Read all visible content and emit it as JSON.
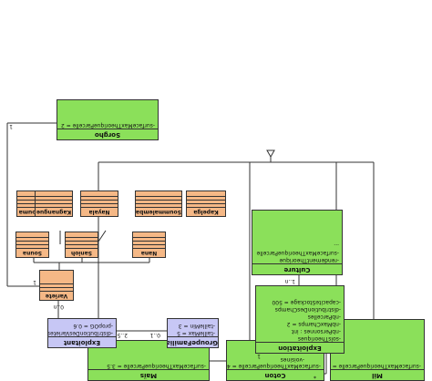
{
  "classes": {
    "mais": {
      "name": "Maïs",
      "attributes": [
        "-surfaceMaxTheoriqueParcelle = 3.5"
      ]
    },
    "coton": {
      "name": "Coton",
      "attributes": [
        "-surfaceMaxTheoriqueParcelle = 4.5"
      ]
    },
    "mil": {
      "name": "Mil",
      "attributes": [
        "-surfaceMaxTheoriqueParcelle = 1.75"
      ]
    },
    "sorgho": {
      "name": "Sorgho",
      "attributes": [
        "-surfaceMaxTheoriqueParcelle = 2"
      ]
    },
    "culture": {
      "name": "Culture",
      "attributes": [
        "-rendementTheorique",
        "-surfaceMaxTheoriqueParcelle",
        "..."
      ]
    },
    "exploitation": {
      "name": "Exploitation",
      "attributes": [
        "-solsTheoriques",
        "-nbPersonnes : int",
        "-nbMaxChamps = 2",
        "-nbParcelles",
        "-distributionDesChamps",
        "-capaciteStockage = 500"
      ]
    },
    "exploitant": {
      "name": "Exploitant",
      "attributes": [
        "-distributionDesVarietes",
        "-propOG = 0.6"
      ]
    },
    "groupeFamilial": {
      "name": "GroupeFamilial",
      "attributes": [
        "-tailleMax = 5",
        "-tailleMin = 3"
      ]
    },
    "variete": {
      "name": "Variete"
    },
    "oranges": [
      "Souna",
      "Sanioh",
      "Nana",
      "Irongouma",
      "Nayala",
      "Kagnangue",
      "Soummalemba",
      "Kapelga"
    ]
  },
  "multiplicities": {
    "exploitation_culture": "1..n",
    "exploitation_voisines_star": "*",
    "exploitation_voisines_label": "-voisines",
    "exploitation_exploitant": "1",
    "exploitant_groupe_left": "2..5",
    "exploitant_groupe_right": "0..1",
    "exploitant_variete": "0..n",
    "variete_sorgho_bottom": "1",
    "variete_sorgho_top": "1"
  }
}
